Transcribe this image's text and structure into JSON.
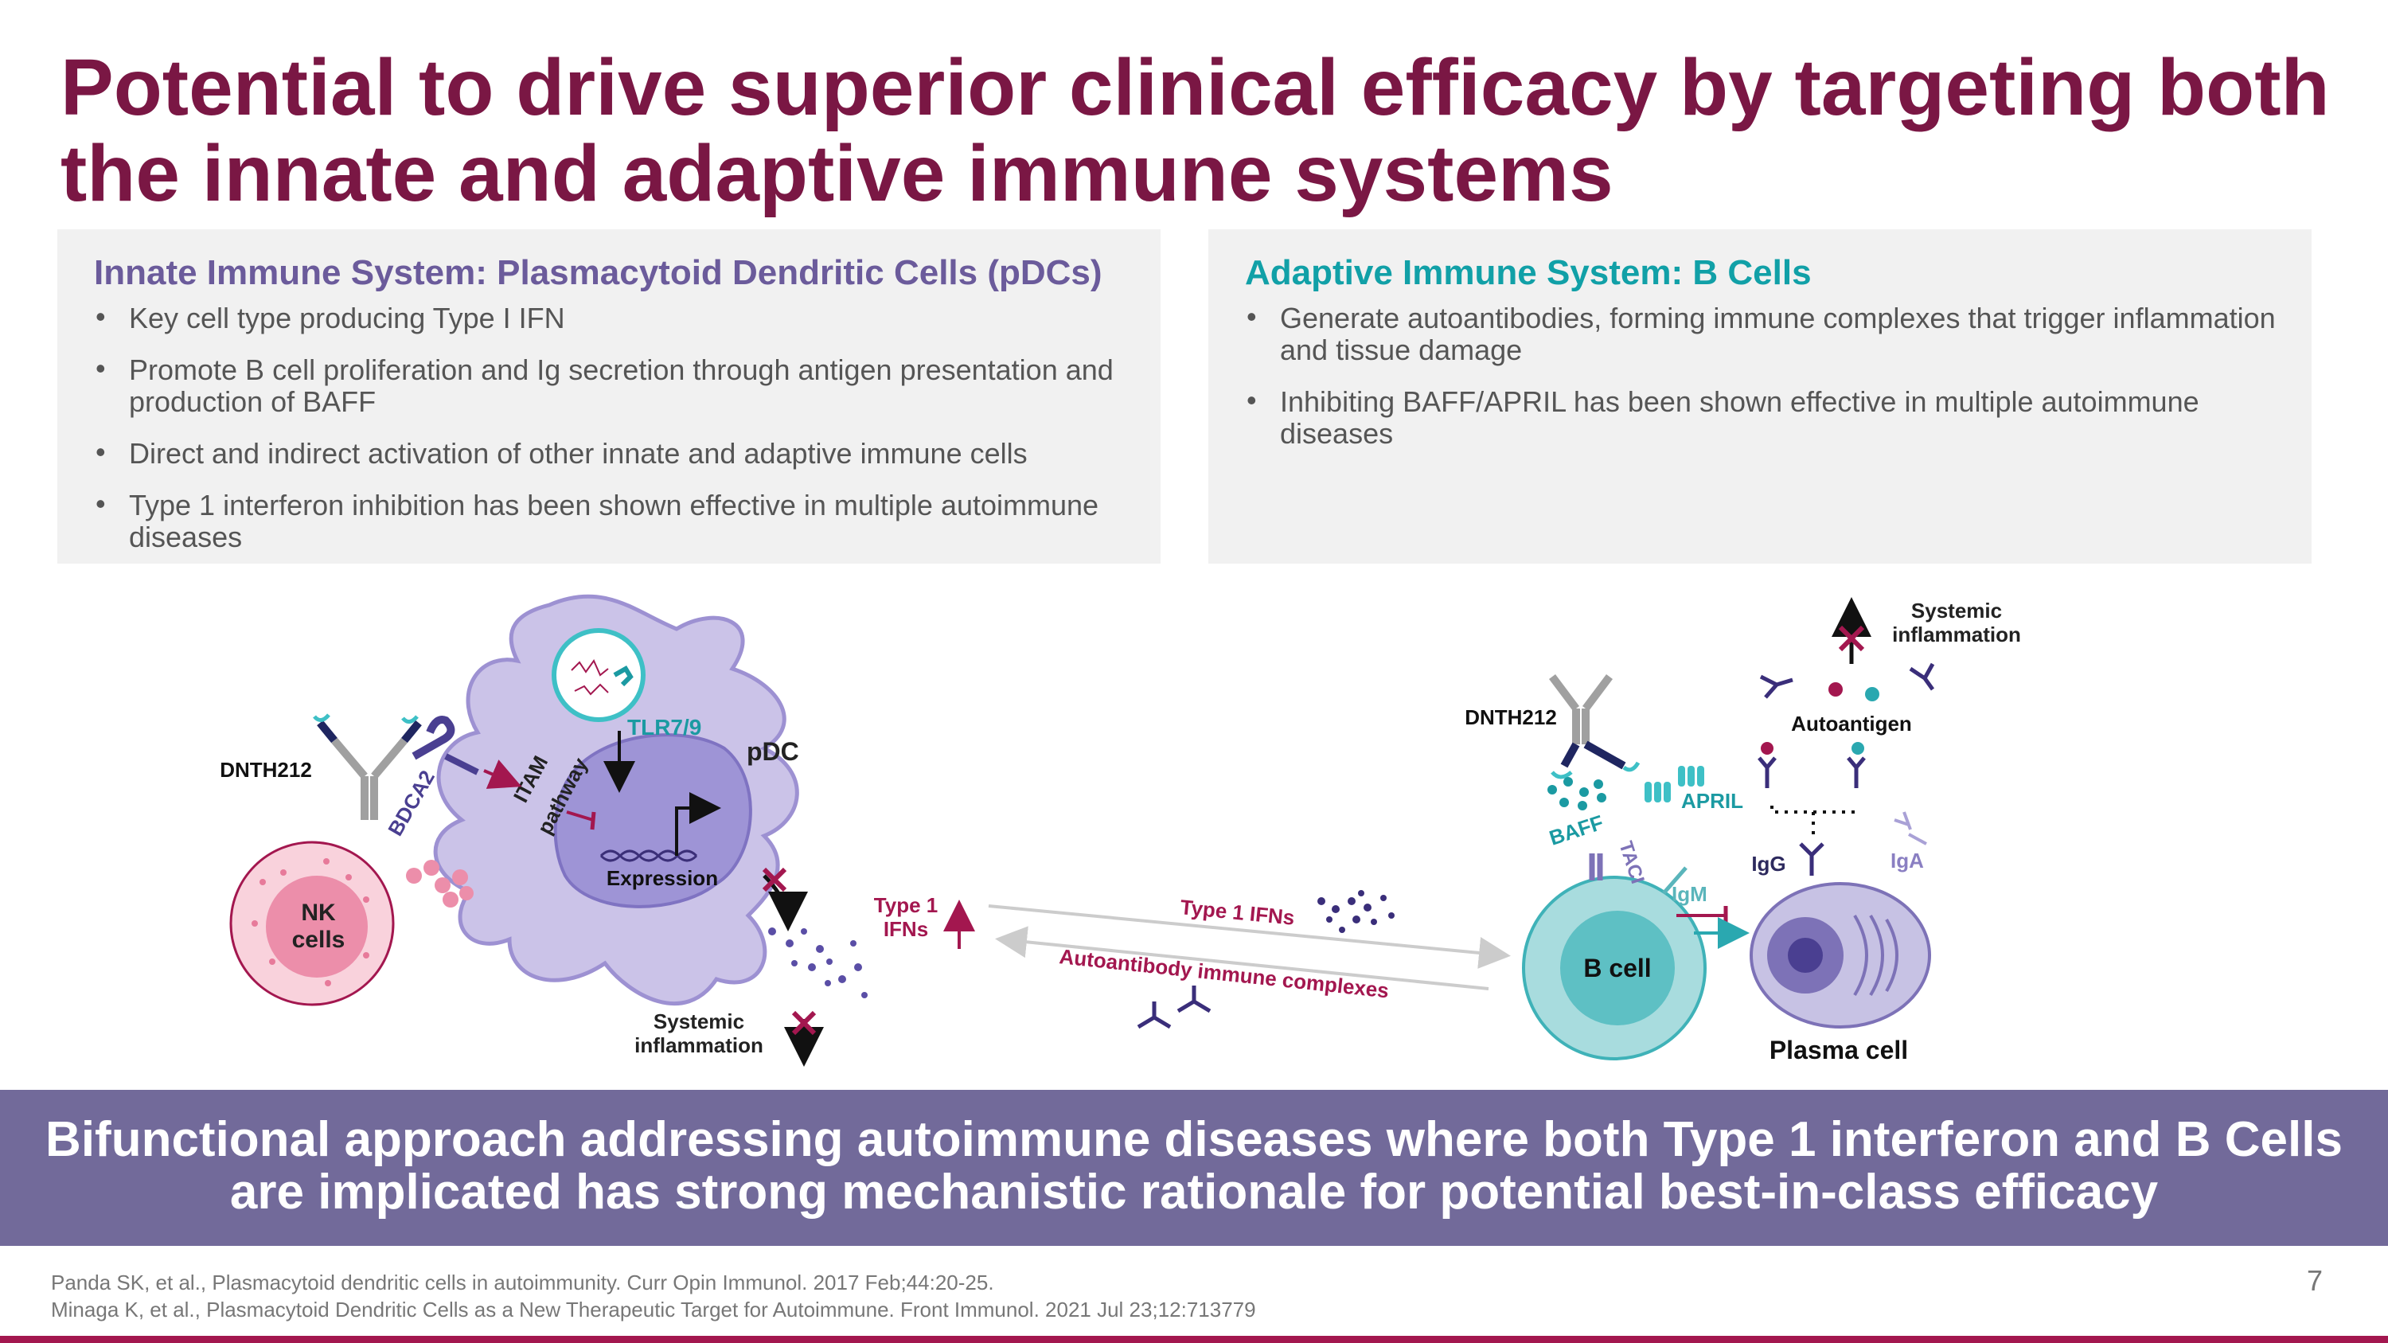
{
  "title": "Potential to drive superior clinical efficacy by targeting both the innate and adaptive immune systems",
  "left_panel": {
    "heading": "Innate Immune System: Plasmacytoid Dendritic Cells (pDCs)",
    "bullets": [
      "Key cell type producing Type I IFN",
      "Promote B cell proliferation and Ig secretion through antigen presentation and production of BAFF",
      "Direct and indirect activation of other innate and adaptive immune cells",
      "Type 1 interferon inhibition has been shown effective in multiple autoimmune diseases"
    ]
  },
  "right_panel": {
    "heading": "Adaptive Immune System: B Cells",
    "bullets": [
      "Generate autoantibodies, forming immune complexes that trigger inflammation and tissue damage",
      "Inhibiting BAFF/APRIL has been shown effective in multiple autoimmune diseases"
    ]
  },
  "diagram": {
    "dnth212_left": "DNTH212",
    "bdca2": "BDCA2",
    "itam": "ITAM",
    "pathway": "pathway",
    "tlr": "TLR7/9",
    "pdc": "pDC",
    "expression": "Expression",
    "nk_line1": "NK",
    "nk_line2": "cells",
    "type1_line1": "Type 1",
    "type1_line2": "IFNs",
    "systemic_left_1": "Systemic",
    "systemic_left_2": "inflammation",
    "type1_ifns_arrow": "Type 1 IFNs",
    "autoantibody": "Autoantibody immune complexes",
    "dnth212_right": "DNTH212",
    "baff": "BAFF",
    "april": "APRIL",
    "taci": "TACI",
    "igm": "IgM",
    "igg": "IgG",
    "iga": "IgA",
    "b_cell": "B cell",
    "plasma_cell": "Plasma cell",
    "autoantigen": "Autoantigen",
    "systemic_right_1": "Systemic",
    "systemic_right_2": "inflammation"
  },
  "colors": {
    "title": "#7a1744",
    "innate_heading": "#6b5b9b",
    "adaptive_heading": "#11a0a7",
    "banner": "#726a9a",
    "accent_red": "#a3174f"
  },
  "banner": "Bifunctional approach addressing autoimmune diseases where both Type 1 interferon and B Cells are implicated has strong mechanistic rationale for potential best-in-class efficacy",
  "references": [
    "Panda SK, et al., Plasmacytoid dendritic cells in autoimmunity. Curr Opin Immunol. 2017 Feb;44:20-25.",
    "Minaga K, et al., Plasmacytoid Dendritic Cells as a New Therapeutic Target for Autoimmune. Front Immunol. 2021 Jul 23;12:713779"
  ],
  "page_number": "7"
}
